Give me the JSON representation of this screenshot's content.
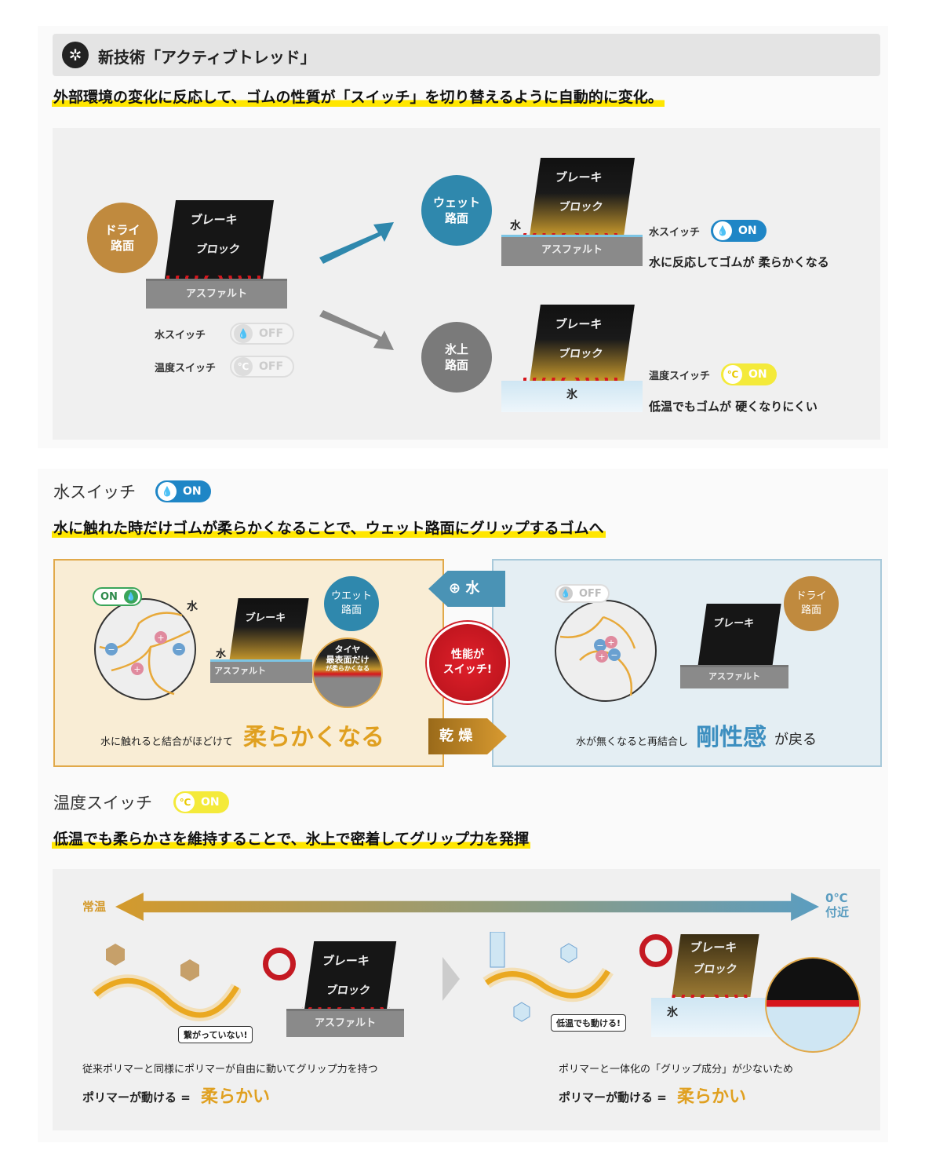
{
  "section1": {
    "title": "新技術「アクティブトレッド」",
    "headline": "外部環境の変化に反応して、ゴムの性質が「スイッチ」を切り替えるように自動的に変化。",
    "dry": "ドライ\n路面",
    "wet": "ウェット\n路面",
    "icy": "氷上\n路面",
    "brake": "ブレーキ",
    "block": "ブロック",
    "asphalt": "アスファルト",
    "water": "水",
    "ice": "氷",
    "water_switch": "水スイッチ",
    "temp_switch": "温度スイッチ",
    "off": "OFF",
    "on": "ON",
    "wet_desc": "水に反応してゴムが 柔らかくなる",
    "icy_desc": "低温でもゴムが 硬くなりにくい"
  },
  "section2": {
    "title": "水スイッチ",
    "badge": "ON",
    "headline": "水に触れた時だけゴムが柔らかくなることで、ウェット路面にグリップするゴムへ",
    "left": {
      "badge": "ON",
      "water": "水",
      "road": "ウエット\n路面",
      "brake": "ブレーキ",
      "asphalt": "アスファルト",
      "zoom_label1": "タイヤ",
      "zoom_label2": "最表面だけ",
      "zoom_label3": "が柔らかくなる",
      "caption": "水に触れると結合がほどけて",
      "caption_big": "柔らかくなる"
    },
    "middle": {
      "add_water": "水",
      "center": "性能が\nスイッチ!",
      "dry": "乾 燥"
    },
    "right": {
      "badge": "OFF",
      "road": "ドライ\n路面",
      "brake": "ブレーキ",
      "asphalt": "アスファルト",
      "caption": "水が無くなると再結合し",
      "caption_big": "剛性感",
      "caption_end": "が戻る"
    }
  },
  "section3": {
    "title": "温度スイッチ",
    "badge": "ON",
    "headline": "低温でも柔らかさを維持することで、氷上で密着してグリップ力を発揮",
    "scale_left": "常温",
    "scale_right": "0℃\n付近",
    "left": {
      "bubble": "繋がっていない!",
      "brake": "ブレーキ",
      "block": "ブロック",
      "asphalt": "アスファルト",
      "desc": "従来ポリマーと同様にポリマーが自由に動いてグリップ力を持つ",
      "result": "ポリマーが動ける = ",
      "result_big": "柔らかい"
    },
    "right": {
      "bubble": "低温でも動ける!",
      "brake": "ブレーキ",
      "block": "ブロック",
      "ice": "氷",
      "desc": "ポリマーと一体化の「グリップ成分」が少ないため",
      "result": "ポリマーが動ける = ",
      "result_big": "柔らかい"
    }
  },
  "colors": {
    "accent_yellow": "#ffe600",
    "wet_blue": "#2f88ad",
    "dry_brown": "#c08a3e",
    "ice_gray": "#7a7a7a",
    "orange": "#e0a020"
  }
}
